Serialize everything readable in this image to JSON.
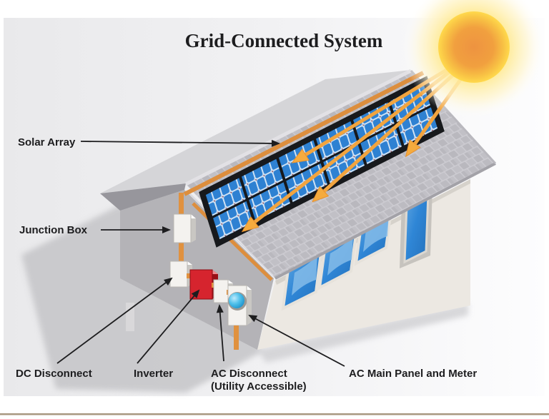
{
  "title": "Grid-Connected System",
  "diagram": {
    "type": "solar-grid-connected-system",
    "labels": {
      "solar_array": "Solar Array",
      "junction_box": "Junction Box",
      "dc_disconnect": "DC Disconnect",
      "inverter": "Inverter",
      "ac_disconnect_line1": "AC Disconnect",
      "ac_disconnect_line2": "(Utility Accessible)",
      "ac_main_panel": "AC Main Panel and Meter"
    },
    "components": [
      "Sun",
      "Solar Array",
      "Junction Box",
      "DC Disconnect",
      "Inverter",
      "AC Disconnect (Utility Accessible)",
      "AC Main Panel and Meter"
    ],
    "colors": {
      "sun_core": "#ef9a3e",
      "sun_edge": "#ffd94c",
      "ray_orange": "#f2a43e",
      "panel_blue": "#2e81d2",
      "panel_frame": "#17191c",
      "roof_gray": "#c7c6cb",
      "gable_wall_gray": "#b4b3b7",
      "front_wall_cream": "#ece8e2",
      "window_blue": "#2f86d6",
      "inverter_red": "#d6242e",
      "conduit_orange": "#e0913f",
      "bottom_rule_tan": "#a89880",
      "label_ink": "#1d1d1f"
    }
  }
}
